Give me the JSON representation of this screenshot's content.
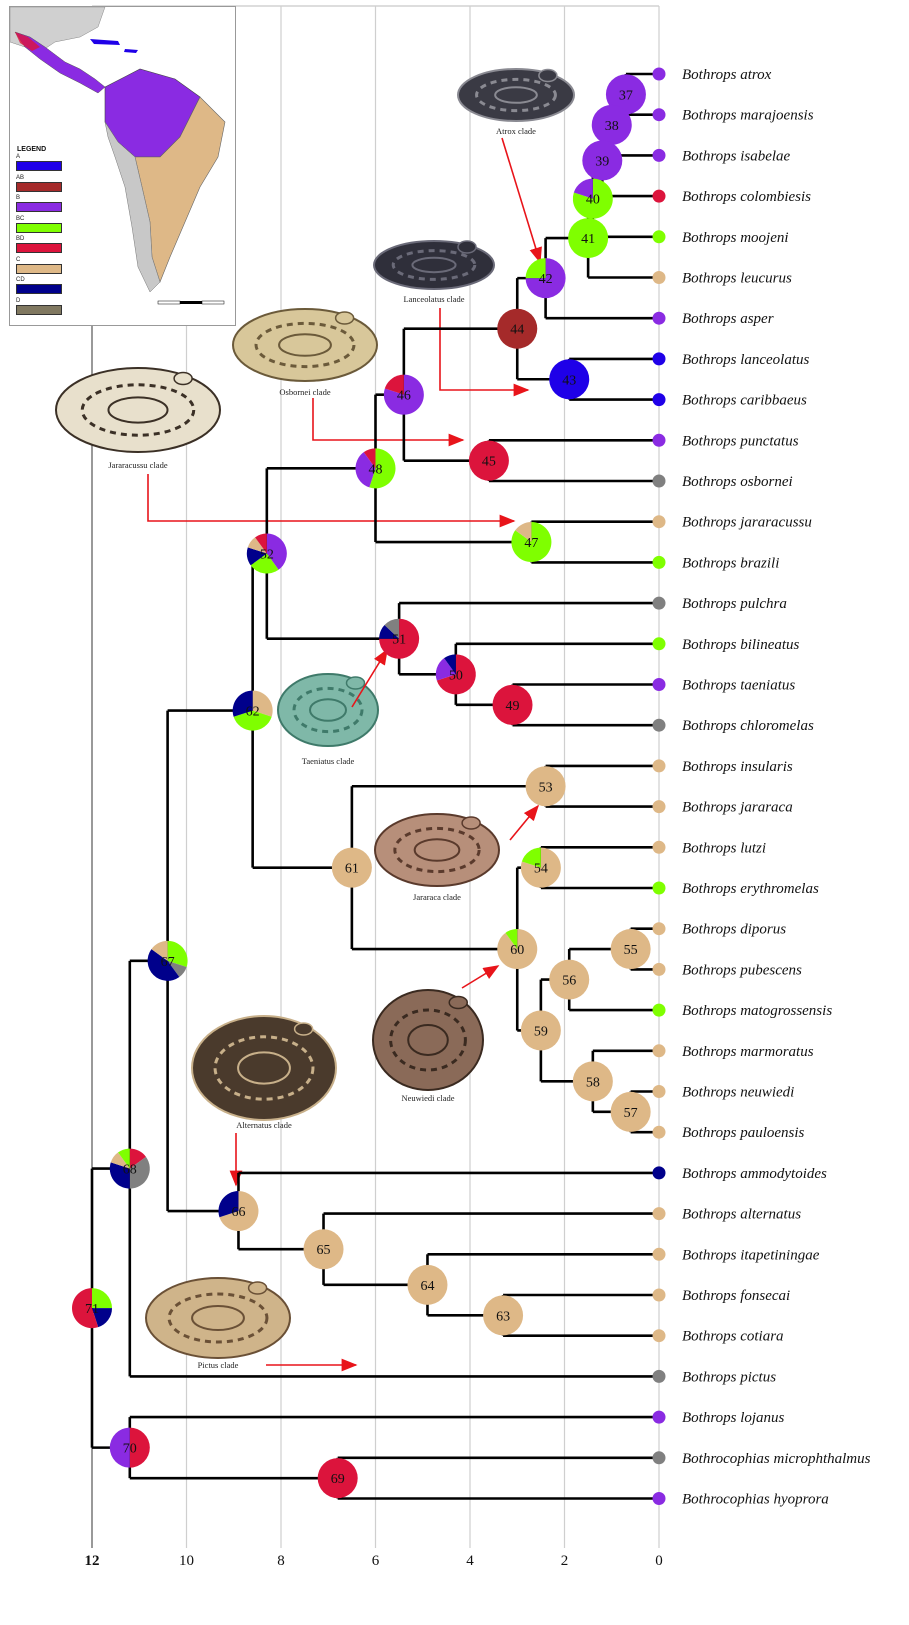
{
  "colors": {
    "A": "#1f00e8",
    "AB": "#a52a2a",
    "B": "#8a2be2",
    "BC": "#7fff00",
    "BD": "#dc143c",
    "C": "#deb887",
    "CD": "#00008b",
    "D": "#808080"
  },
  "legend": {
    "title": "LEGEND",
    "items": [
      {
        "key": "A",
        "color": "#1f00e8"
      },
      {
        "key": "AB",
        "color": "#a52a2a"
      },
      {
        "key": "B",
        "color": "#8a2be2"
      },
      {
        "key": "BC",
        "color": "#7fff00"
      },
      {
        "key": "BD",
        "color": "#dc143c"
      },
      {
        "key": "C",
        "color": "#deb887"
      },
      {
        "key": "CD",
        "color": "#00008b"
      },
      {
        "key": "D",
        "color": "#807860"
      }
    ]
  },
  "axis": {
    "ticks": [
      12,
      10,
      8,
      6,
      4,
      2,
      0
    ],
    "range": [
      12,
      0
    ]
  },
  "tips": [
    {
      "name": "Bothrops atrox",
      "area": "B"
    },
    {
      "name": "Bothrops marajoensis",
      "area": "B"
    },
    {
      "name": "Bothrops isabelae",
      "area": "B"
    },
    {
      "name": "Bothrops colombiesis",
      "area": "BD"
    },
    {
      "name": "Bothrops moojeni",
      "area": "BC"
    },
    {
      "name": "Bothrops leucurus",
      "area": "C"
    },
    {
      "name": "Bothrops asper",
      "area": "B"
    },
    {
      "name": "Bothrops lanceolatus",
      "area": "A"
    },
    {
      "name": "Bothrops caribbaeus",
      "area": "A"
    },
    {
      "name": "Bothrops punctatus",
      "area": "B"
    },
    {
      "name": "Bothrops osbornei",
      "area": "D"
    },
    {
      "name": "Bothrops jararacussu",
      "area": "C"
    },
    {
      "name": "Bothrops brazili",
      "area": "BC"
    },
    {
      "name": "Bothrops pulchra",
      "area": "D"
    },
    {
      "name": "Bothrops bilineatus",
      "area": "BC"
    },
    {
      "name": "Bothrops taeniatus",
      "area": "B"
    },
    {
      "name": "Bothrops chloromelas",
      "area": "D"
    },
    {
      "name": "Bothrops insularis",
      "area": "C"
    },
    {
      "name": "Bothrops jararaca",
      "area": "C"
    },
    {
      "name": "Bothrops lutzi",
      "area": "C"
    },
    {
      "name": "Bothrops erythromelas",
      "area": "BC"
    },
    {
      "name": "Bothrops diporus",
      "area": "C"
    },
    {
      "name": "Bothrops pubescens",
      "area": "C"
    },
    {
      "name": "Bothrops matogrossensis",
      "area": "BC"
    },
    {
      "name": "Bothrops marmoratus",
      "area": "C"
    },
    {
      "name": "Bothrops neuwiedi",
      "area": "C"
    },
    {
      "name": "Bothrops pauloensis",
      "area": "C"
    },
    {
      "name": "Bothrops ammodytoides",
      "area": "CD"
    },
    {
      "name": "Bothrops alternatus",
      "area": "C"
    },
    {
      "name": "Bothrops itapetiningae",
      "area": "C"
    },
    {
      "name": "Bothrops fonsecai",
      "area": "C"
    },
    {
      "name": "Bothrops cotiara",
      "area": "C"
    },
    {
      "name": "Bothrops pictus",
      "area": "D"
    },
    {
      "name": "Bothrops lojanus",
      "area": "B"
    },
    {
      "name": "Bothrocophias microphthalmus",
      "area": "D"
    },
    {
      "name": "Bothrocophias hyoprora",
      "area": "B"
    }
  ],
  "nodes": [
    {
      "id": "37",
      "age": 0.7,
      "kids": [
        0,
        1
      ],
      "pie": [
        [
          "B",
          1
        ]
      ]
    },
    {
      "id": "38",
      "age": 1.0,
      "kids": [
        "37",
        2
      ],
      "pie": [
        [
          "B",
          1
        ]
      ]
    },
    {
      "id": "39",
      "age": 1.2,
      "kids": [
        "38",
        3
      ],
      "pie": [
        [
          "B",
          1
        ]
      ]
    },
    {
      "id": "40",
      "age": 1.4,
      "kids": [
        "39",
        4
      ],
      "pie": [
        [
          "BC",
          0.8
        ],
        [
          "B",
          0.2
        ]
      ]
    },
    {
      "id": "41",
      "age": 1.5,
      "kids": [
        "40",
        5
      ],
      "pie": [
        [
          "BC",
          1
        ]
      ]
    },
    {
      "id": "42",
      "age": 2.4,
      "kids": [
        "41",
        6
      ],
      "pie": [
        [
          "B",
          0.75
        ],
        [
          "BC",
          0.25
        ]
      ]
    },
    {
      "id": "43",
      "age": 1.9,
      "kids": [
        7,
        8
      ],
      "pie": [
        [
          "A",
          1
        ]
      ]
    },
    {
      "id": "44",
      "age": 3.0,
      "kids": [
        "42",
        "43"
      ],
      "pie": [
        [
          "AB",
          1
        ]
      ]
    },
    {
      "id": "45",
      "age": 3.6,
      "kids": [
        9,
        10
      ],
      "pie": [
        [
          "BD",
          1
        ]
      ]
    },
    {
      "id": "46",
      "age": 5.4,
      "kids": [
        "44",
        "45"
      ],
      "pie": [
        [
          "B",
          0.8
        ],
        [
          "BD",
          0.2
        ]
      ]
    },
    {
      "id": "47",
      "age": 2.7,
      "kids": [
        11,
        12
      ],
      "pie": [
        [
          "BC",
          0.85
        ],
        [
          "C",
          0.15
        ]
      ]
    },
    {
      "id": "48",
      "age": 6.0,
      "kids": [
        "46",
        "47"
      ],
      "pie": [
        [
          "BC",
          0.55
        ],
        [
          "B",
          0.35
        ],
        [
          "BD",
          0.1
        ]
      ]
    },
    {
      "id": "49",
      "age": 3.1,
      "kids": [
        15,
        16
      ],
      "pie": [
        [
          "BD",
          1
        ]
      ]
    },
    {
      "id": "50",
      "age": 4.3,
      "kids": [
        14,
        "49"
      ],
      "pie": [
        [
          "BD",
          0.7
        ],
        [
          "B",
          0.2
        ],
        [
          "CD",
          0.1
        ]
      ]
    },
    {
      "id": "51",
      "age": 5.5,
      "kids": [
        13,
        "50"
      ],
      "pie": [
        [
          "BD",
          0.75
        ],
        [
          "CD",
          0.12
        ],
        [
          "D",
          0.13
        ]
      ]
    },
    {
      "id": "52",
      "age": 8.3,
      "kids": [
        "48",
        "51"
      ],
      "pie": [
        [
          "B",
          0.4
        ],
        [
          "BC",
          0.25
        ],
        [
          "CD",
          0.15
        ],
        [
          "C",
          0.1
        ],
        [
          "BD",
          0.1
        ]
      ]
    },
    {
      "id": "53",
      "age": 2.4,
      "kids": [
        17,
        18
      ],
      "pie": [
        [
          "C",
          1
        ]
      ]
    },
    {
      "id": "54",
      "age": 2.5,
      "kids": [
        19,
        20
      ],
      "pie": [
        [
          "C",
          0.8
        ],
        [
          "BC",
          0.2
        ]
      ]
    },
    {
      "id": "55",
      "age": 0.6,
      "kids": [
        21,
        22
      ],
      "pie": [
        [
          "C",
          1
        ]
      ]
    },
    {
      "id": "56",
      "age": 1.9,
      "kids": [
        "55",
        23
      ],
      "pie": [
        [
          "C",
          1
        ]
      ]
    },
    {
      "id": "57",
      "age": 0.6,
      "kids": [
        25,
        26
      ],
      "pie": [
        [
          "C",
          1
        ]
      ]
    },
    {
      "id": "58",
      "age": 1.4,
      "kids": [
        24,
        "57"
      ],
      "pie": [
        [
          "C",
          1
        ]
      ]
    },
    {
      "id": "59",
      "age": 2.5,
      "kids": [
        "56",
        "58"
      ],
      "pie": [
        [
          "C",
          1
        ]
      ]
    },
    {
      "id": "60",
      "age": 3.0,
      "kids": [
        "54",
        "59"
      ],
      "pie": [
        [
          "C",
          0.9
        ],
        [
          "BC",
          0.1
        ]
      ]
    },
    {
      "id": "61",
      "age": 6.5,
      "kids": [
        "53",
        "60"
      ],
      "pie": [
        [
          "C",
          1
        ]
      ]
    },
    {
      "id": "62",
      "age": 8.6,
      "kids": [
        "52",
        "61"
      ],
      "pie": [
        [
          "C",
          0.3
        ],
        [
          "BC",
          0.4
        ],
        [
          "CD",
          0.3
        ]
      ]
    },
    {
      "id": "63",
      "age": 3.3,
      "kids": [
        30,
        31
      ],
      "pie": [
        [
          "C",
          1
        ]
      ]
    },
    {
      "id": "64",
      "age": 4.9,
      "kids": [
        29,
        "63"
      ],
      "pie": [
        [
          "C",
          1
        ]
      ]
    },
    {
      "id": "65",
      "age": 7.1,
      "kids": [
        28,
        "64"
      ],
      "pie": [
        [
          "C",
          1
        ]
      ]
    },
    {
      "id": "66",
      "age": 8.9,
      "kids": [
        27,
        "65"
      ],
      "pie": [
        [
          "C",
          0.7
        ],
        [
          "CD",
          0.3
        ]
      ]
    },
    {
      "id": "67",
      "age": 10.4,
      "kids": [
        "62",
        "66"
      ],
      "pie": [
        [
          "BC",
          0.3
        ],
        [
          "D",
          0.1
        ],
        [
          "CD",
          0.45
        ],
        [
          "C",
          0.15
        ]
      ]
    },
    {
      "id": "68",
      "age": 11.2,
      "kids": [
        "67",
        32
      ],
      "pie": [
        [
          "BD",
          0.15
        ],
        [
          "D",
          0.35
        ],
        [
          "CD",
          0.3
        ],
        [
          "C",
          0.1
        ],
        [
          "BC",
          0.1
        ]
      ]
    },
    {
      "id": "69",
      "age": 6.8,
      "kids": [
        34,
        35
      ],
      "pie": [
        [
          "BD",
          1
        ]
      ]
    },
    {
      "id": "70",
      "age": 11.2,
      "kids": [
        33,
        "69"
      ],
      "pie": [
        [
          "BD",
          0.5
        ],
        [
          "B",
          0.5
        ]
      ]
    },
    {
      "id": "71",
      "age": 12.0,
      "kids": [
        "68",
        "70"
      ],
      "pie": [
        [
          "BC",
          0.25
        ],
        [
          "CD",
          0.2
        ],
        [
          "BD",
          0.55
        ]
      ]
    }
  ],
  "clades": [
    {
      "label": "Atrox clade",
      "body": "#3a3a44",
      "belly": "#8a8a92"
    },
    {
      "label": "Lanceolatus clade",
      "body": "#2f2f3a",
      "belly": "#6a6a78"
    },
    {
      "label": "Osbornei clade",
      "body": "#d8c79a",
      "belly": "#6b5a3a"
    },
    {
      "label": "Jararacussu clade",
      "body": "#e8e0cc",
      "belly": "#3b3026"
    },
    {
      "label": "Taeniatus clade",
      "body": "#7fb8a8",
      "belly": "#3f7a6a"
    },
    {
      "label": "Jararaca clade",
      "body": "#b78f7a",
      "belly": "#5a3a2c"
    },
    {
      "label": "Neuwiedi clade",
      "body": "#8a6a58",
      "belly": "#3a2a20"
    },
    {
      "label": "Alternatus clade",
      "body": "#4a3a2c",
      "belly": "#c8b08a"
    },
    {
      "label": "Pictus clade",
      "body": "#cfb48a",
      "belly": "#6a5036"
    }
  ]
}
